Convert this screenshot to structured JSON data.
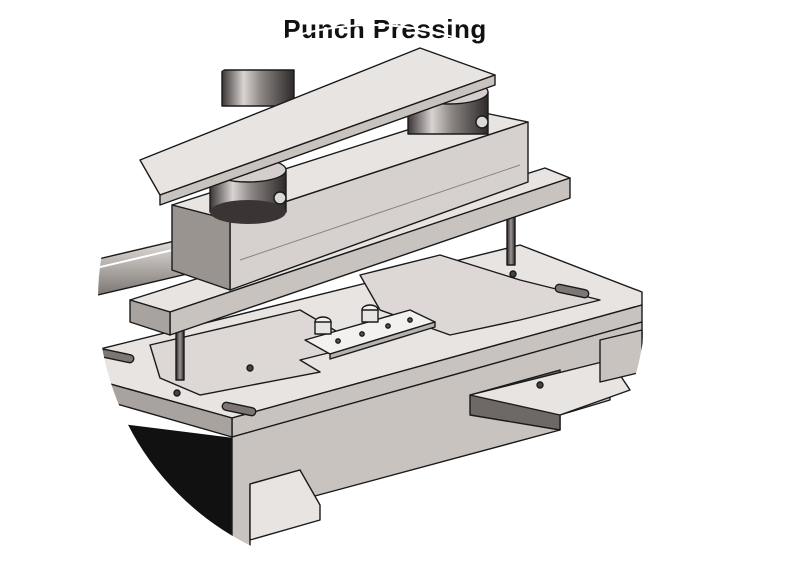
{
  "figure": {
    "title": "Punch Pressing"
  },
  "parts": {
    "upper_plate": "upper-punch-plate",
    "punch_holder": "punch-holder-block",
    "die_base": "die-base-plate",
    "hinge": "hinge-workpiece",
    "guide_posts": "guide-post",
    "shaft": "drive-shaft"
  },
  "colors": {
    "metal_face": "#e8e4e2",
    "metal_side": "#c9c3c0",
    "metal_dark": "#7d7674",
    "shadow": "#111111",
    "outline": "#1a1a1a"
  }
}
